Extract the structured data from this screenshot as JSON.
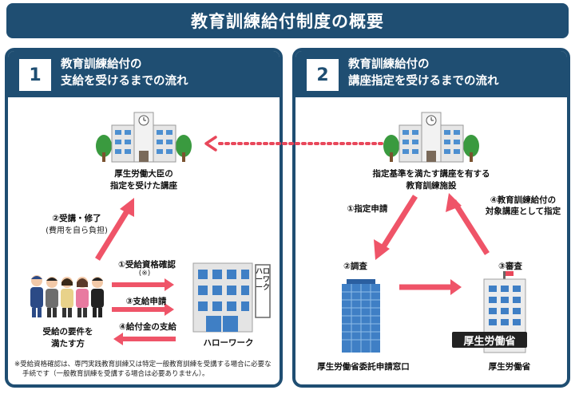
{
  "title": "教育訓練給付制度の概要",
  "panel1": {
    "number": "1",
    "title_line1": "教育訓練給付の",
    "title_line2": "支給を受けるまでの流れ",
    "facility_label_line1": "厚生労働大臣の",
    "facility_label_line2": "指定を受けた講座",
    "attend_label": "②受講・修了",
    "attend_sub": "(費用を自ら負担)",
    "step1": "①受給資格確認",
    "step1_note": "(※)",
    "step3": "③支給申請",
    "step4": "④給付金の支給",
    "people_label_line1": "受給の要件を",
    "people_label_line2": "満たす方",
    "hellowork_sign": "ハローワーク",
    "hellowork_label": "ハローワーク",
    "footnote_line1": "※受給資格確認は、専門実践教育訓練又は特定一般教育訓練を受講する場合に必要な",
    "footnote_line2": "手続です（一般教育訓練を受講する場合は必要ありません）。"
  },
  "panel2": {
    "number": "2",
    "title_line1": "教育訓練給付の",
    "title_line2": "講座指定を受けるまでの流れ",
    "facility_label_line1": "指定基準を満たす講座を有する",
    "facility_label_line2": "教育訓練施設",
    "step1": "①指定申請",
    "step2": "②調査",
    "step3": "③審査",
    "step4_line1": "④教育訓練給付の",
    "step4_line2": "対象講座として指定",
    "office_label": "厚生労働省委託申請窓口",
    "ministry_sign": "厚生労働省",
    "ministry_label": "厚生労働省"
  },
  "colors": {
    "navy": "#1f4e72",
    "arrow": "#ef5468",
    "dotted_arrow": "#e8475a",
    "building_blue": "#3f7fc5",
    "tree_green": "#3a9a3f"
  }
}
